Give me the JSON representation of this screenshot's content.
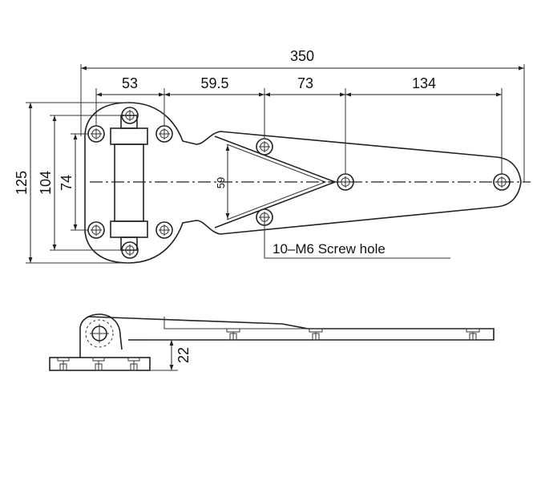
{
  "dimensions": {
    "overall_length": "350",
    "hole_spacing_1": "53",
    "hole_spacing_2": "59.5",
    "hole_spacing_3": "73",
    "hole_spacing_4": "134",
    "overall_height": "125",
    "height_outer_holes": "104",
    "height_inner_holes": "74",
    "v_opening": "59",
    "side_height": "22"
  },
  "note": {
    "screw_hole_label": "10–M6  Screw hole"
  },
  "colors": {
    "line": "#222222",
    "background": "#ffffff"
  }
}
